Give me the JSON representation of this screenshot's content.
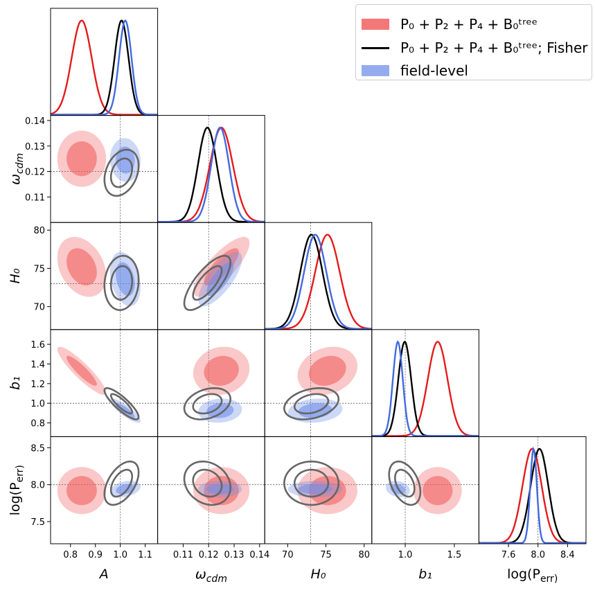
{
  "legend": {
    "items": [
      {
        "label": "P₀ + P₂ + P₄ + B₀ᵗʳᵉᵉ",
        "color": "#f26060",
        "style": "patch"
      },
      {
        "label": "P₀ + P₂ + P₄ + B₀ᵗʳᵉᵉ; Fisher",
        "color": "#000000",
        "style": "line"
      },
      {
        "label": "field-level",
        "color": "#6e8ee6",
        "style": "patch"
      }
    ]
  },
  "colors": {
    "red": "#e41a1c",
    "red_fill": "#f26060",
    "black": "#000000",
    "blue": "#4169e1",
    "blue_fill": "#7090e8",
    "fisher": "#666666"
  },
  "chart_data": {
    "type": "corner",
    "parameters": [
      {
        "label": "A",
        "range": [
          0.72,
          1.15
        ],
        "ticks": [
          0.8,
          0.9,
          1.0,
          1.1
        ],
        "tick_labels": [
          "0.8",
          "0.9",
          "1.0",
          "1.1"
        ],
        "truth": 1.0
      },
      {
        "label": "ω_cdm",
        "range": [
          0.1,
          0.142
        ],
        "ticks": [
          0.11,
          0.12,
          0.13,
          0.14
        ],
        "tick_labels": [
          "0.11",
          "0.12",
          "0.13",
          "0.14"
        ],
        "truth": 0.12
      },
      {
        "label": "H₀",
        "range": [
          67,
          81
        ],
        "ticks": [
          70,
          75,
          80
        ],
        "tick_labels": [
          "70",
          "75",
          "80"
        ],
        "truth": 73
      },
      {
        "label": "b₁",
        "range": [
          0.66,
          1.75
        ],
        "ticks": [
          0.8,
          1.0,
          1.2,
          1.4,
          1.6
        ],
        "tick_labels": [
          "0.8",
          "1.0",
          "1.2",
          "1.4",
          "1.6"
        ],
        "truth": 1.0
      },
      {
        "label": "log(P_err)",
        "range": [
          7.2,
          8.65
        ],
        "ticks": [
          7.5,
          8.0,
          8.5
        ],
        "tick_labels": [
          "7.5",
          "8.0",
          "8.5"
        ],
        "truth": 8.0
      }
    ],
    "x_ticks_bottom": [
      {
        "ticks": [
          0.8,
          0.9,
          1.0,
          1.1
        ],
        "tick_labels": [
          "0.8",
          "0.9",
          "1.0",
          "1.1"
        ]
      },
      {
        "ticks": [
          0.11,
          0.12,
          0.13,
          0.14
        ],
        "tick_labels": [
          "0.11",
          "0.12",
          "0.13",
          "0.14"
        ]
      },
      {
        "ticks": [
          70,
          75,
          80
        ],
        "tick_labels": [
          "70",
          "75",
          "80"
        ]
      },
      {
        "ticks": [
          1.0,
          1.5
        ],
        "tick_labels": [
          "1.0",
          "1.5"
        ]
      },
      {
        "ticks": [
          7.6,
          8.0,
          8.4
        ],
        "tick_labels": [
          "7.6",
          "8.0",
          "8.4"
        ]
      }
    ],
    "last_range": [
      7.2,
      8.65
    ],
    "b1_range": [
      0.66,
      1.75
    ],
    "series": [
      {
        "name": "P₀ + P₂ + P₄ + B₀ᵗʳᵉᵉ",
        "mean": [
          0.845,
          0.125,
          75.2,
          1.33,
          7.92
        ],
        "sigma": [
          0.04,
          0.0045,
          1.6,
          0.1,
          0.13
        ],
        "corr": [
          [
            1,
            0,
            -0.3,
            -0.9,
            0
          ],
          [
            0,
            1,
            0.8,
            0.1,
            0
          ],
          [
            -0.3,
            0.8,
            1,
            0.2,
            0
          ],
          [
            -0.9,
            0.1,
            0.2,
            1,
            0
          ],
          [
            0,
            0,
            0,
            0,
            1
          ]
        ]
      },
      {
        "name": "P₀ + P₂ + P₄ + B₀ᵗʳᵉᵉ; Fisher",
        "mean": [
          1.005,
          0.1195,
          73.1,
          0.995,
          8.02
        ],
        "sigma": [
          0.028,
          0.0037,
          1.45,
          0.065,
          0.12
        ],
        "corr": [
          [
            1,
            0.3,
            0.1,
            -0.85,
            0.5
          ],
          [
            0.3,
            1,
            0.75,
            0.3,
            -0.2
          ],
          [
            0.1,
            0.75,
            1,
            0.3,
            0
          ],
          [
            -0.85,
            0.3,
            0.3,
            1,
            -0.4
          ],
          [
            0.5,
            -0.2,
            0,
            -0.4,
            1
          ]
        ]
      },
      {
        "name": "field-level",
        "mean": [
          1.02,
          0.1245,
          73.6,
          0.925,
          7.94
        ],
        "sigma": [
          0.025,
          0.0035,
          1.45,
          0.05,
          0.045
        ],
        "corr": [
          [
            1,
            -0.05,
            -0.3,
            -0.85,
            0.3
          ],
          [
            -0.05,
            1,
            0.75,
            0.1,
            0
          ],
          [
            -0.3,
            0.75,
            1,
            0.15,
            0
          ],
          [
            -0.85,
            0.1,
            0.15,
            1,
            -0.2
          ],
          [
            0.3,
            0,
            0,
            -0.2,
            1
          ]
        ]
      }
    ]
  }
}
